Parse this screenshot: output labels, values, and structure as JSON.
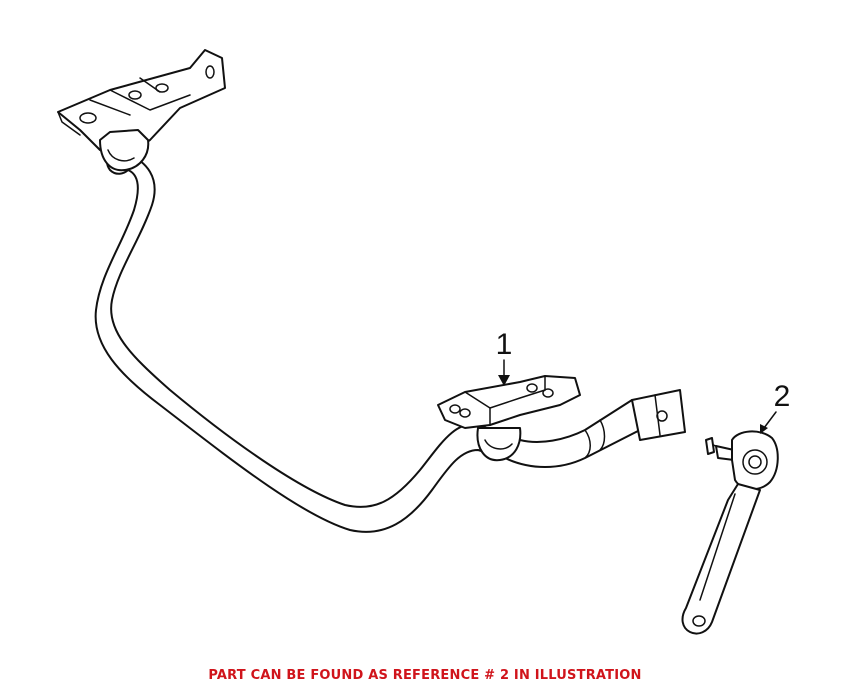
{
  "callouts": {
    "part1": "1",
    "part2": "2"
  },
  "caption": "PART CAN BE FOUND AS REFERENCE # 2 IN ILLUSTRATION",
  "colors": {
    "caption": "#d0141b",
    "lines": "#111111",
    "background": "#ffffff"
  }
}
